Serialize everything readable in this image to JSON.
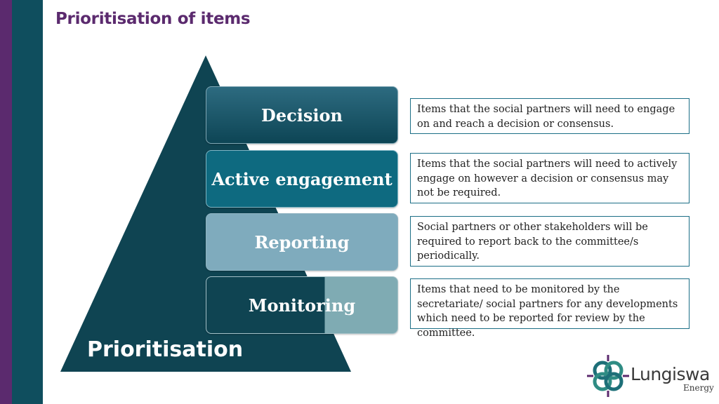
{
  "slide": {
    "title": "Prioritisation of items"
  },
  "pyramid": {
    "label": "Prioritisation",
    "levels": [
      {
        "label": "Decision",
        "description": "Items that the social partners will need to engage on and reach a decision or consensus."
      },
      {
        "label": "Active engagement",
        "description": "Items that the social partners will need to actively engage on however a decision or consensus may not be required."
      },
      {
        "label": "Reporting",
        "description": "Social partners or other stakeholders will be required to report back to the committee/s periodically."
      },
      {
        "label": "Monitoring",
        "description": "Items that need to be monitored by the secretariate/ social partners for any developments which need to be reported for review by the committee."
      }
    ]
  },
  "logo": {
    "name": "Lungiswa",
    "subtitle": "Energy"
  },
  "colors": {
    "purple": "#5b2a6e",
    "dark_teal": "#0f4e5e",
    "teal": "#0e6a80",
    "light_teal": "#7fabbd"
  }
}
